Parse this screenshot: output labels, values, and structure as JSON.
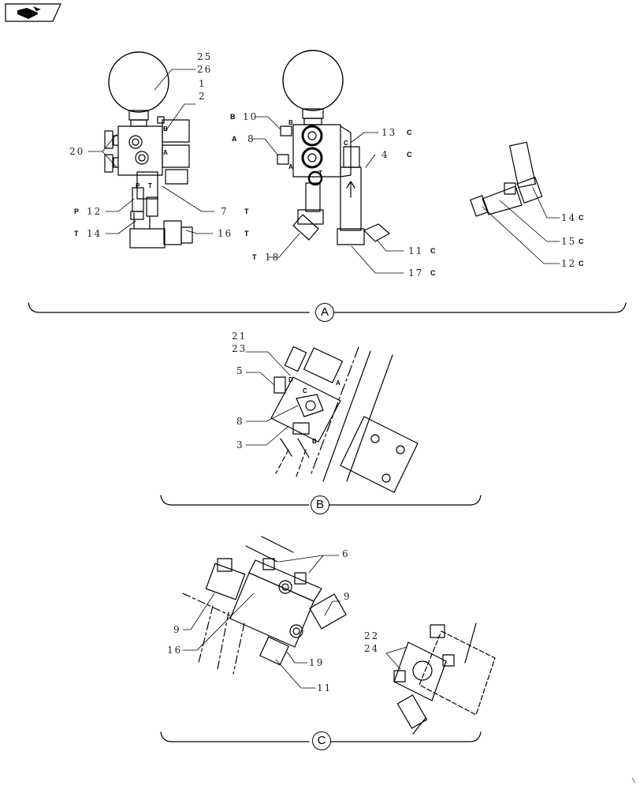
{
  "nav": {
    "icon": "book-arrow-icon"
  },
  "views": [
    {
      "key": "A",
      "label": "A"
    },
    {
      "key": "B",
      "label": "B"
    },
    {
      "key": "C",
      "label": "C"
    }
  ],
  "view_a": {
    "left_callouts": {
      "c25": "25",
      "c26": "26",
      "c1": "1",
      "c2": "2",
      "c20": "20",
      "c12": "12",
      "c14": "14",
      "c7": "7",
      "c16": "16"
    },
    "left_port_letters": {
      "B": "B",
      "A": "A",
      "P": "P",
      "T": "T"
    },
    "left_ports": {
      "p12": "P",
      "t14": "T",
      "t7": "T",
      "t16": "T"
    },
    "middle_callouts": {
      "c10": "10",
      "c8": "8",
      "c13": "13",
      "c4": "4",
      "c18": "18",
      "c11": "11",
      "c17": "17"
    },
    "middle_port_letters": {
      "B": "B",
      "C": "C",
      "A": "A",
      "T": "T"
    },
    "middle_ports": {
      "b10": "B",
      "a8": "A",
      "c13": "C",
      "c4": "C",
      "t18": "T",
      "c11": "C",
      "c17": "C"
    },
    "right_callouts": {
      "c14": "14",
      "c15": "15",
      "c12": "12"
    },
    "right_ports": {
      "c14": "C",
      "c15": "C",
      "c12": "C"
    }
  },
  "view_b": {
    "callouts": {
      "c21": "21",
      "c23": "23",
      "c5": "5",
      "c8": "8",
      "c3": "3"
    },
    "port_letters": {
      "D": "D",
      "C": "C",
      "A": "A",
      "B": "B"
    }
  },
  "view_c": {
    "callouts": {
      "c6": "6",
      "c9a": "9",
      "c9b": "9",
      "c16": "16",
      "c19": "19",
      "c11": "11",
      "c22": "22",
      "c24": "24"
    }
  }
}
